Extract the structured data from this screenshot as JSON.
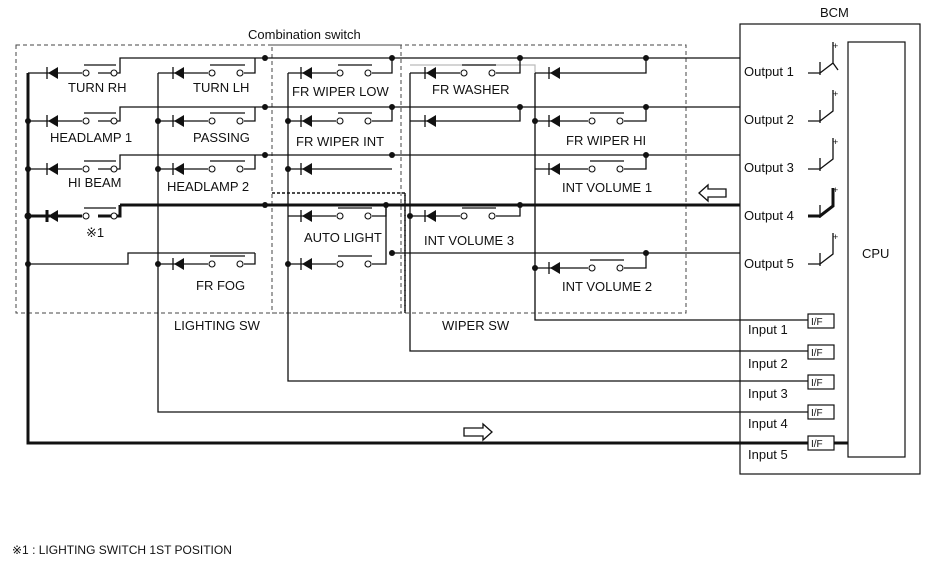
{
  "bcm_title": "BCM",
  "combination_title": "Combination switch",
  "cpu_label": "CPU",
  "lighting_sw_label": "LIGHTING SW",
  "wiper_sw_label": "WIPER SW",
  "interface_label": "I/F",
  "plus_sign": "+",
  "outputs": [
    "Output 1",
    "Output 2",
    "Output 3",
    "Output 4",
    "Output 5"
  ],
  "inputs": [
    "Input 1",
    "Input 2",
    "Input 3",
    "Input 4",
    "Input 5"
  ],
  "switches": {
    "turn_rh": "TURN RH",
    "turn_lh": "TURN LH",
    "headlamp1": "HEADLAMP 1",
    "passing": "PASSING",
    "hi_beam": "HI BEAM",
    "headlamp2": "HEADLAMP 2",
    "note_mark": "※1",
    "fr_fog": "FR FOG",
    "fr_wiper_low": "FR WIPER LOW",
    "fr_wiper_int": "FR WIPER INT",
    "auto_light": "AUTO LIGHT",
    "fr_washer": "FR WASHER",
    "fr_wiper_hi": "FR WIPER HI",
    "int_volume_1": "INT VOLUME 1",
    "int_volume_3": "INT VOLUME 3",
    "int_volume_2": "INT VOLUME 2"
  },
  "footnote": "※1 : LIGHTING SWITCH 1ST POSITION"
}
